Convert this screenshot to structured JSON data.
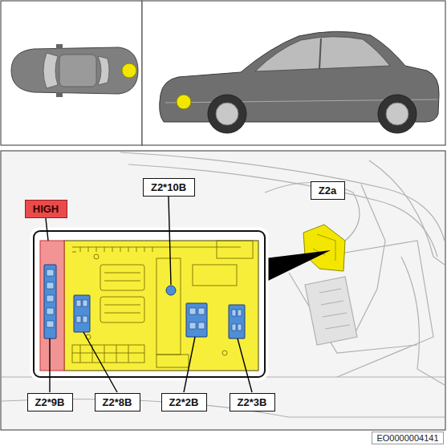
{
  "diagram": {
    "nodes": [
      {
        "text": [
          "HIGH"
        ]
      },
      {
        "text": [
          "Z2*10B"
        ]
      },
      {
        "text": [
          "Z2a"
        ]
      },
      {
        "text": [
          "Z2*9B"
        ]
      },
      {
        "text": [
          "Z2*8B"
        ]
      },
      {
        "text": [
          "Z2*2B"
        ]
      },
      {
        "text": [
          "Z2*3B"
        ]
      },
      {
        "text": [
          "EO0000004141"
        ]
      }
    ]
  }
}
